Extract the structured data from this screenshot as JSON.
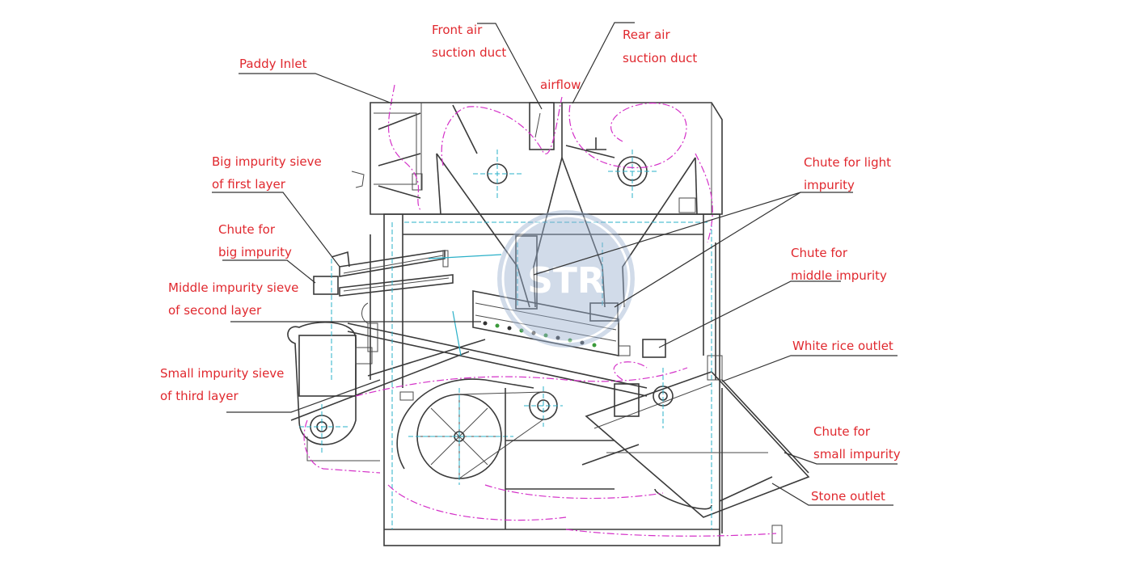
{
  "labels": {
    "front_air_1": "Front air",
    "front_air_2": "suction duct",
    "rear_air_1": "Rear air",
    "rear_air_2": "suction duct",
    "airflow": "airflow",
    "paddy_inlet": "Paddy Inlet",
    "big_sieve_1": "Big impurity sieve",
    "big_sieve_2": "of first layer",
    "chute_big_1": "Chute for",
    "chute_big_2": "big impurity",
    "mid_sieve_1": "Middle impurity sieve",
    "mid_sieve_2": "of second layer",
    "small_sieve_1": "Small impurity sieve",
    "small_sieve_2": "of third layer",
    "chute_light_1": "Chute for light",
    "chute_light_2": "impurity",
    "chute_mid_1": "Chute for",
    "chute_mid_2": "middle impurity",
    "white_rice": "White rice outlet",
    "chute_small_1": "Chute for",
    "chute_small_2": "small impurity",
    "stone_outlet": "Stone outlet"
  },
  "watermark": "STR",
  "colors": {
    "label": "#e0282e",
    "airflow_path": "#d431c8",
    "centerline": "#2ab0c8",
    "watermark": "#9ab0cf"
  }
}
